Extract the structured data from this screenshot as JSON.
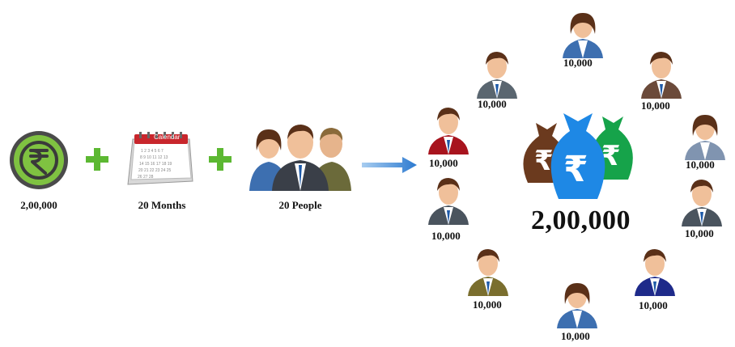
{
  "inputs": {
    "money": {
      "icon": "rupee-coin-icon",
      "label": "2,00,000",
      "color": "#7fc241"
    },
    "duration": {
      "icon": "calendar-icon",
      "label": "20 Months",
      "calendar_text": "Calendar",
      "color": "#c8262c"
    },
    "people": {
      "icon": "group-people-icon",
      "label": "20 People"
    },
    "plus_color": "#5cb832",
    "arrow_color": "#4a8fd4"
  },
  "pool": {
    "total_label": "2,00,000",
    "bag_colors": [
      "#6b3a1e",
      "#1e88e5",
      "#16a34a"
    ],
    "contributors": [
      {
        "amount": "10,000",
        "suit": "#3d6fb0",
        "gender": "f"
      },
      {
        "amount": "10,000",
        "suit": "#5a6670",
        "gender": "m"
      },
      {
        "amount": "10,000",
        "suit": "#6b4a3a",
        "gender": "m"
      },
      {
        "amount": "10,000",
        "suit": "#a8141e",
        "gender": "m"
      },
      {
        "amount": "10,000",
        "suit": "#8094b0",
        "gender": "f"
      },
      {
        "amount": "10,000",
        "suit": "#4a545e",
        "gender": "m"
      },
      {
        "amount": "10,000",
        "suit": "#4a545e",
        "gender": "m"
      },
      {
        "amount": "10,000",
        "suit": "#7a6e2e",
        "gender": "m"
      },
      {
        "amount": "10,000",
        "suit": "#1e2a8a",
        "gender": "m"
      },
      {
        "amount": "10,000",
        "suit": "#3d6fb0",
        "gender": "f"
      }
    ]
  }
}
